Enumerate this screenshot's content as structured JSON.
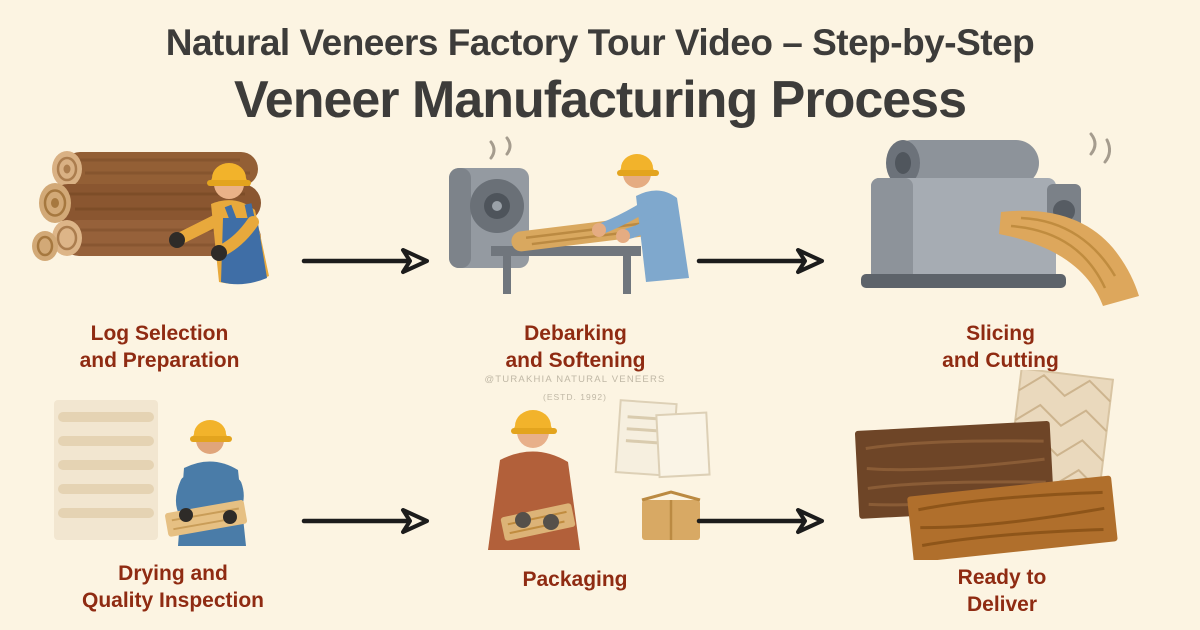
{
  "colors": {
    "background": "#fcf4e2",
    "title": "#3d3c3a",
    "step_label": "#8f2b12",
    "arrow": "#1c1c1c",
    "hard_hat_yellow": "#f2b32b",
    "wood_tan": "#d9a85f",
    "machine_gray": "#9aa1a8"
  },
  "header": {
    "title_line1": "Natural Veneers Factory Tour Video – Step-by-Step",
    "title_line2": "Veneer Manufacturing Process"
  },
  "watermark": {
    "line1": "@TURAKHIA NATURAL VENEERS",
    "line2": "(ESTD. 1992)"
  },
  "steps": [
    {
      "id": "log-selection",
      "label_line1": "Log Selection",
      "label_line2": "and Preparation",
      "icon": "log-pile-worker-illustration"
    },
    {
      "id": "debarking",
      "label_line1": "Debarking",
      "label_line2": "and Softening",
      "icon": "debarking-machine-illustration"
    },
    {
      "id": "slicing",
      "label_line1": "Slicing",
      "label_line2": "and Cutting",
      "icon": "slicing-machine-illustration"
    },
    {
      "id": "drying",
      "label_line1": "Drying and",
      "label_line2": "Quality Inspection",
      "icon": "drying-inspection-illustration"
    },
    {
      "id": "packaging",
      "label_line1": "Packaging",
      "label_line2": "",
      "icon": "packaging-illustration"
    },
    {
      "id": "ready-to-deliver",
      "label_line1": "Ready to",
      "label_line2": "Deliver",
      "icon": "veneer-sheets-illustration"
    }
  ]
}
